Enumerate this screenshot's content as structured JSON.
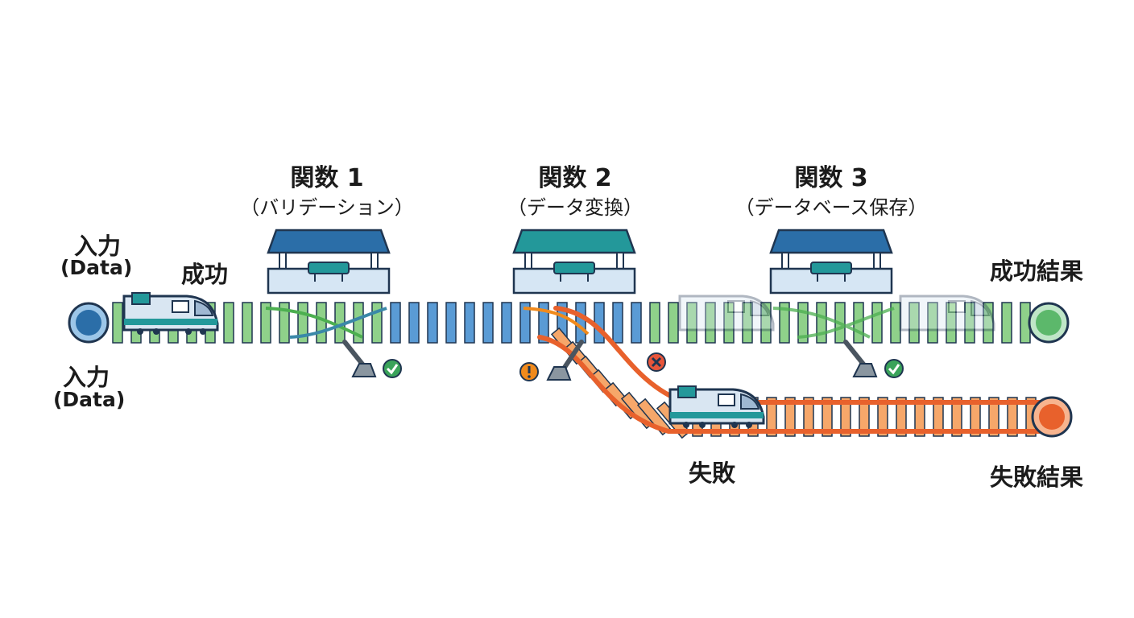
{
  "input_label_top": {
    "line1": "入力",
    "line2": "(Data)"
  },
  "input_label_bottom": {
    "line1": "入力",
    "line2": "(Data)"
  },
  "success_label": "成功",
  "failure_label": "失敗",
  "success_result": "成功結果",
  "failure_result": "失敗結果",
  "stations": [
    {
      "title": "関数 1",
      "subtitle": "（バリデーション）",
      "color": "#2b6ea8"
    },
    {
      "title": "関数 2",
      "subtitle": "（データ変換）",
      "color": "#23989a"
    },
    {
      "title": "関数 3",
      "subtitle": "（データベース保存）",
      "color": "#2b6ea8"
    }
  ],
  "colors": {
    "input_node": "#2b6ea8",
    "success_node": "#3aa35a",
    "failure_node": "#e8612c",
    "success_track": "#4caf50",
    "main_track": "#2f78b8",
    "failure_track": "#f07a2c",
    "check": "#3aa35a",
    "error": "#e8553a",
    "warning": "#f08a1c"
  },
  "status_icons": {
    "switch1": "check-icon",
    "switch2": "warning-icon",
    "switch2_result": "error-icon",
    "switch3": "check-icon"
  }
}
